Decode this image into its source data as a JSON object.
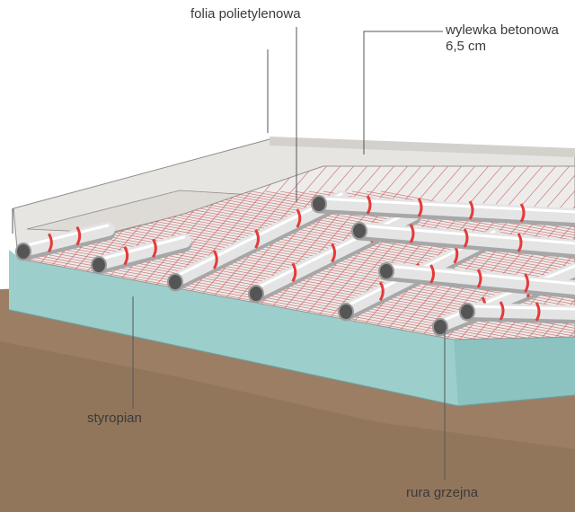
{
  "labels": {
    "folia": "folia polietylenowa",
    "wylewka_line1": "wylewka betonowa",
    "wylewka_line2": "6,5 cm",
    "styropian": "styropian",
    "rura": "rura grzejna"
  },
  "colors": {
    "soil": "#9b7e63",
    "soil_dark": "#7f6550",
    "insulation": "#9ccfcc",
    "insulation_dark": "#7fb3b2",
    "slab_top": "#e7e5e2",
    "slab_front": "#cfcdca",
    "screed_top": "#d9d6d2",
    "pipe": "#e4e4e4",
    "pipe_shadow": "#a7a7a7",
    "clip": "#e53a3a",
    "mesh": "#c46464",
    "leader": "#555555"
  }
}
